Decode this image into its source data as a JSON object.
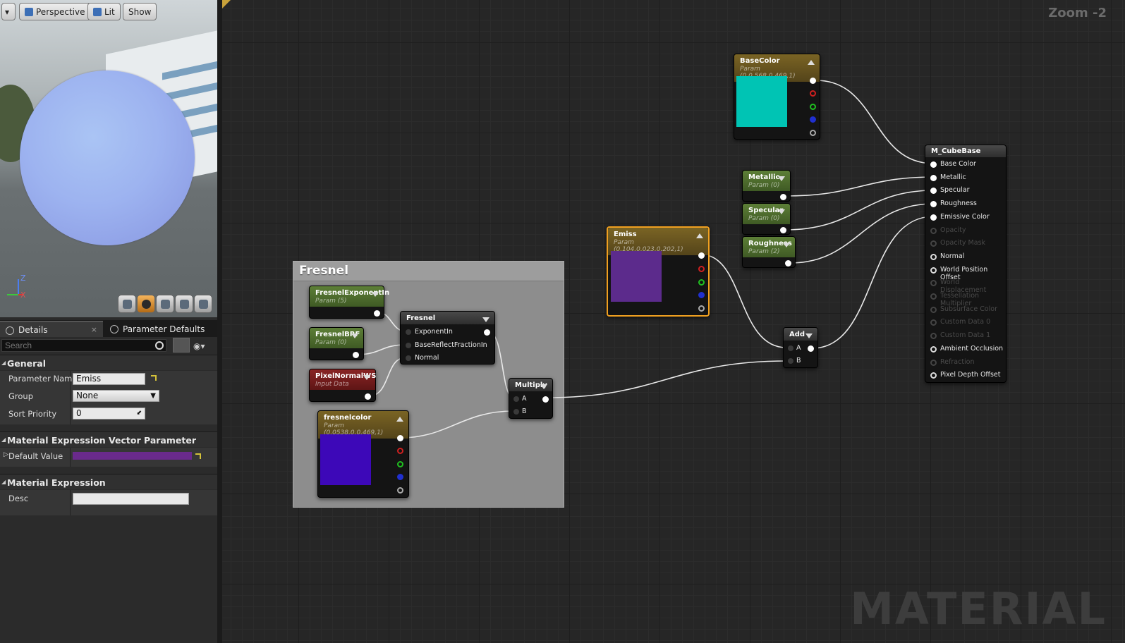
{
  "viewport": {
    "menu_label": "▾",
    "perspective": "Perspective",
    "lit": "Lit",
    "show": "Show",
    "axis_z": "Z",
    "axis_x": "X"
  },
  "tabs": {
    "details": "Details",
    "param_defaults": "Parameter Defaults",
    "close": "×"
  },
  "search": {
    "placeholder": "Search"
  },
  "sections": {
    "general": "General",
    "vector": "Material Expression Vector Parameter",
    "expression": "Material Expression"
  },
  "props": {
    "param_name_label": "Parameter Name",
    "param_name_value": "Emiss",
    "group_label": "Group",
    "group_value": "None",
    "sort_label": "Sort Priority",
    "sort_value": "0",
    "default_label": "Default Value",
    "default_color": "#6a2a8c",
    "desc_label": "Desc",
    "desc_value": ""
  },
  "graph": {
    "zoom": "Zoom -2",
    "watermark": "MATERIAL",
    "comment_title": "Fresnel"
  },
  "nodes": {
    "basecolor": {
      "title": "BaseColor",
      "sub": "Param (0,0.568,0.469,1)",
      "color": "#00c4b4"
    },
    "metallic": {
      "title": "Metallic",
      "sub": "Param (0)"
    },
    "specular": {
      "title": "Specular",
      "sub": "Param (0)"
    },
    "roughness": {
      "title": "Roughness",
      "sub": "Param (2)"
    },
    "emiss": {
      "title": "Emiss",
      "sub": "Param (0.104,0.023,0.202,1)",
      "color": "#5c2b8c"
    },
    "add": {
      "title": "Add",
      "pin_a": "A",
      "pin_b": "B"
    },
    "multiply": {
      "title": "Multiply",
      "pin_a": "A",
      "pin_b": "B"
    },
    "fresnel_exp": {
      "title": "FresnelExponentIn",
      "sub": "Param (5)"
    },
    "fresnel_brf": {
      "title": "FresnelBRF",
      "sub": "Param (0)"
    },
    "pixelnormal": {
      "title": "PixelNormalWS",
      "sub": "Input Data"
    },
    "fresnelcolor": {
      "title": "fresnelcolor",
      "sub": "Param (0.0538,0,0.469,1)",
      "color": "#3d08b8"
    },
    "fresnel": {
      "title": "Fresnel",
      "pins": [
        "ExponentIn",
        "BaseReflectFractionIn",
        "Normal"
      ]
    },
    "result": {
      "title": "M_CubeBase",
      "pins": [
        "Base Color",
        "Metallic",
        "Specular",
        "Roughness",
        "Emissive Color",
        "Opacity",
        "Opacity Mask",
        "Normal",
        "World Position Offset",
        "World Displacement",
        "Tessellation Multiplier",
        "Subsurface Color",
        "Custom Data 0",
        "Custom Data 1",
        "Ambient Occlusion",
        "Refraction",
        "Pixel Depth Offset"
      ]
    }
  }
}
